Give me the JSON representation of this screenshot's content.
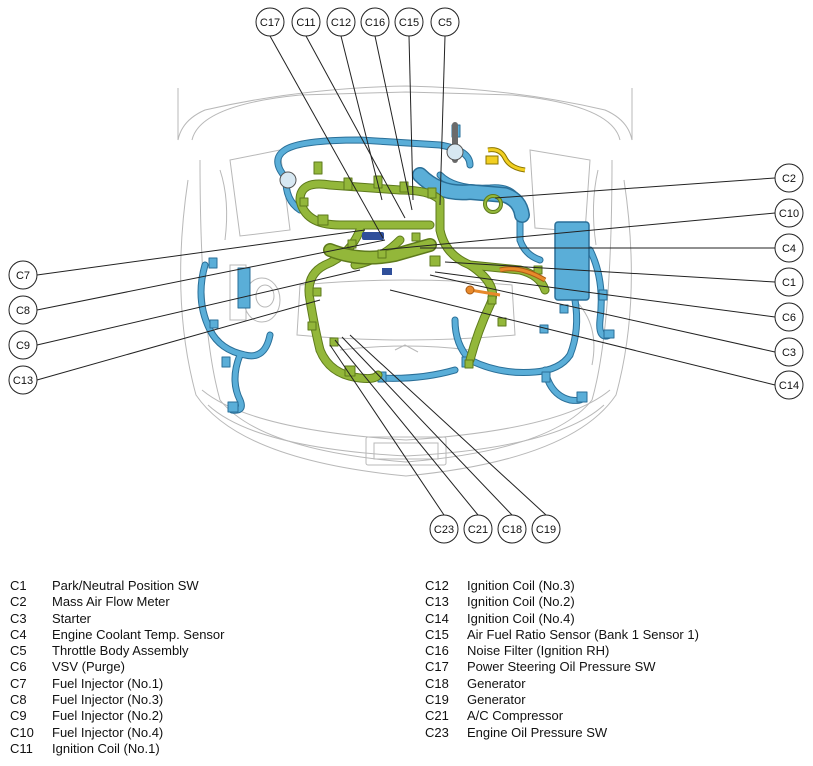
{
  "colors": {
    "harness_green": "#93b73a",
    "harness_green_dark": "#5e7a1c",
    "harness_blue": "#5aaed8",
    "harness_blue_dark": "#2a6f98",
    "accent_yellow": "#f2cf21",
    "accent_orange": "#e8892b",
    "connector_blue": "#2f4f9a",
    "outline_gray": "#b8b8b8"
  },
  "callouts": [
    {
      "id": "C17",
      "label": "C17"
    },
    {
      "id": "C11",
      "label": "C11"
    },
    {
      "id": "C12",
      "label": "C12"
    },
    {
      "id": "C16",
      "label": "C16"
    },
    {
      "id": "C15",
      "label": "C15"
    },
    {
      "id": "C5",
      "label": "C5"
    },
    {
      "id": "C2",
      "label": "C2"
    },
    {
      "id": "C10",
      "label": "C10"
    },
    {
      "id": "C4",
      "label": "C4"
    },
    {
      "id": "C1",
      "label": "C1"
    },
    {
      "id": "C6",
      "label": "C6"
    },
    {
      "id": "C3",
      "label": "C3"
    },
    {
      "id": "C14",
      "label": "C14"
    },
    {
      "id": "C7",
      "label": "C7"
    },
    {
      "id": "C8",
      "label": "C8"
    },
    {
      "id": "C9",
      "label": "C9"
    },
    {
      "id": "C13",
      "label": "C13"
    },
    {
      "id": "C23",
      "label": "C23"
    },
    {
      "id": "C21",
      "label": "C21"
    },
    {
      "id": "C18",
      "label": "C18"
    },
    {
      "id": "C19",
      "label": "C19"
    }
  ],
  "legend_left": [
    {
      "code": "C1",
      "name": "Park/Neutral Position SW"
    },
    {
      "code": "C2",
      "name": "Mass Air Flow Meter"
    },
    {
      "code": "C3",
      "name": "Starter"
    },
    {
      "code": "C4",
      "name": "Engine Coolant Temp. Sensor"
    },
    {
      "code": "C5",
      "name": "Throttle Body Assembly"
    },
    {
      "code": "C6",
      "name": "VSV (Purge)"
    },
    {
      "code": "C7",
      "name": "Fuel Injector (No.1)"
    },
    {
      "code": "C8",
      "name": "Fuel Injector (No.3)"
    },
    {
      "code": "C9",
      "name": "Fuel Injector (No.2)"
    },
    {
      "code": "C10",
      "name": "Fuel Injector (No.4)"
    },
    {
      "code": "C11",
      "name": "Ignition Coil (No.1)"
    }
  ],
  "legend_right": [
    {
      "code": "C12",
      "name": "Ignition Coil (No.3)"
    },
    {
      "code": "C13",
      "name": "Ignition Coil (No.2)"
    },
    {
      "code": "C14",
      "name": "Ignition Coil (No.4)"
    },
    {
      "code": "C15",
      "name": "Air Fuel Ratio Sensor (Bank 1 Sensor 1)"
    },
    {
      "code": "C16",
      "name": "Noise Filter (Ignition RH)"
    },
    {
      "code": "C17",
      "name": "Power Steering Oil Pressure SW"
    },
    {
      "code": "C18",
      "name": "Generator"
    },
    {
      "code": "C19",
      "name": "Generator"
    },
    {
      "code": "C21",
      "name": "A/C Compressor"
    },
    {
      "code": "C23",
      "name": "Engine Oil Pressure SW"
    }
  ]
}
